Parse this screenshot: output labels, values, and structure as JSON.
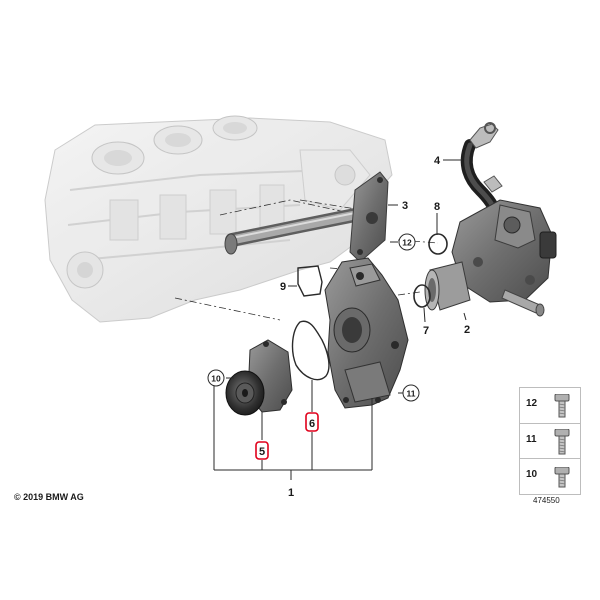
{
  "callouts": {
    "c1": "1",
    "c2": "2",
    "c3": "3",
    "c4": "4",
    "c5": "5",
    "c6": "6",
    "c7": "7",
    "c8": "8",
    "c9": "9",
    "c10": "10",
    "c11": "11",
    "c12": "12"
  },
  "highlight_color": "#e0001b",
  "bolt_table": [
    {
      "number": "12"
    },
    {
      "number": "11"
    },
    {
      "number": "10"
    }
  ],
  "copyright": "© 2019 BMW AG",
  "catalog_number": "474550"
}
